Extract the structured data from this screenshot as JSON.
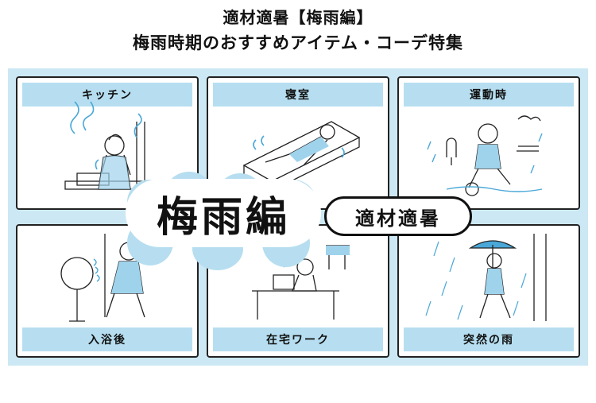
{
  "header": {
    "line1": "適材適暑【梅雨編】",
    "line2": "梅雨時期のおすすめアイテム・コーデ特集"
  },
  "cards": [
    {
      "label": "キッチン"
    },
    {
      "label": "寝室"
    },
    {
      "label": "運動時"
    },
    {
      "label": "入浴後"
    },
    {
      "label": "在宅ワーク"
    },
    {
      "label": "突然の雨"
    }
  ],
  "badge": {
    "main": "梅雨編",
    "sub": "適材適暑"
  },
  "colors": {
    "stage": "#cce8f4",
    "label_bg": "#b6def0",
    "accent": "#4aa8d8"
  }
}
